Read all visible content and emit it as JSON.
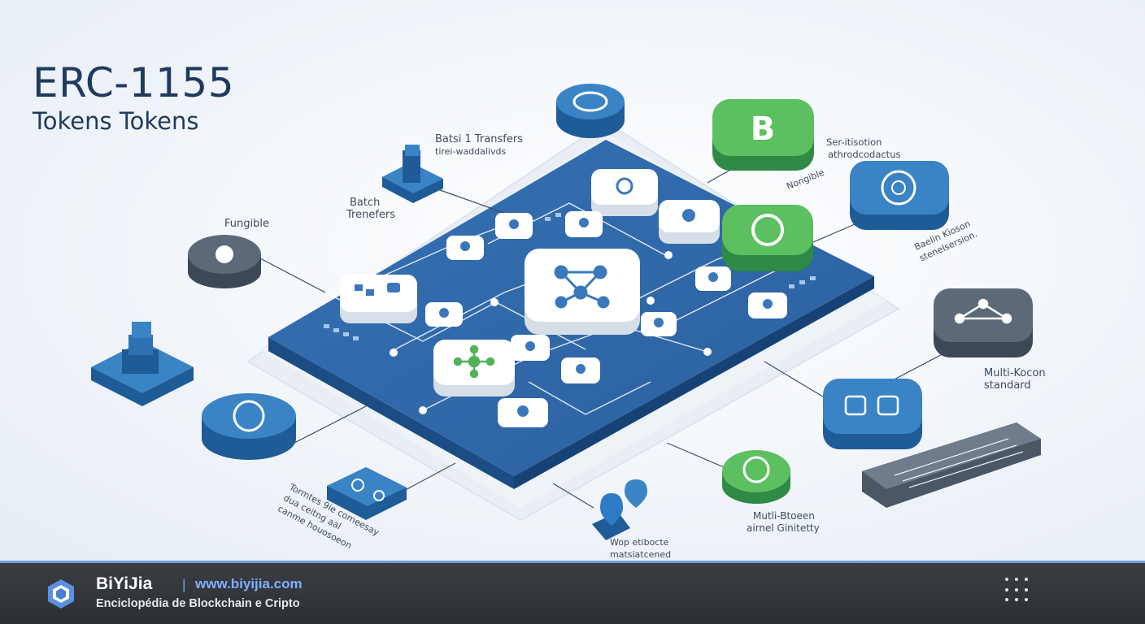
{
  "title": {
    "main": "ERC-1155",
    "sub": "Tokens Tokens"
  },
  "labels": {
    "batch_top": [
      "Batsi 1 Transfers",
      "tirei-waddalivds"
    ],
    "batch_left": [
      "Batch",
      "Trenefers"
    ],
    "fungible": "Fungible",
    "semi": [
      "Ser-itisotion",
      "athrodcodactus"
    ],
    "nongible": "Nongible",
    "multi_right_top": [
      "Baelin Kioson",
      "stenelsersion."
    ],
    "multi_right": [
      "Multi-Kocon",
      "standard"
    ],
    "multi_bottom": [
      "Mutli-Btoeen",
      "airnel Ginitetty"
    ],
    "tokens_bottom_left": [
      "Tormtes 9ie comeesay",
      "dua ceitng aal",
      "canme houosoeon"
    ],
    "bottom_center": [
      "Wop etibocte",
      "matsiatcened"
    ]
  },
  "colors": {
    "platform": "#2f68a8",
    "platform_dark": "#1c4e86",
    "blue_token": "#3a84c6",
    "green_token": "#55b85c",
    "gray_token": "#5d6978",
    "title": "#1f3a5c",
    "footer_bg": "#2e3135",
    "footer_accent": "#7fb0ff"
  },
  "icons": [
    "hexagon-logo-icon",
    "grid-dots-icon",
    "bitcoin-icon",
    "network-icon",
    "cube-stack-icon",
    "location-pin-icon"
  ],
  "footer": {
    "brand": "BiYiJia",
    "separator": "|",
    "url": "www.biyijia.com",
    "tagline": "Enciclopédia de Blockchain e Cripto"
  }
}
